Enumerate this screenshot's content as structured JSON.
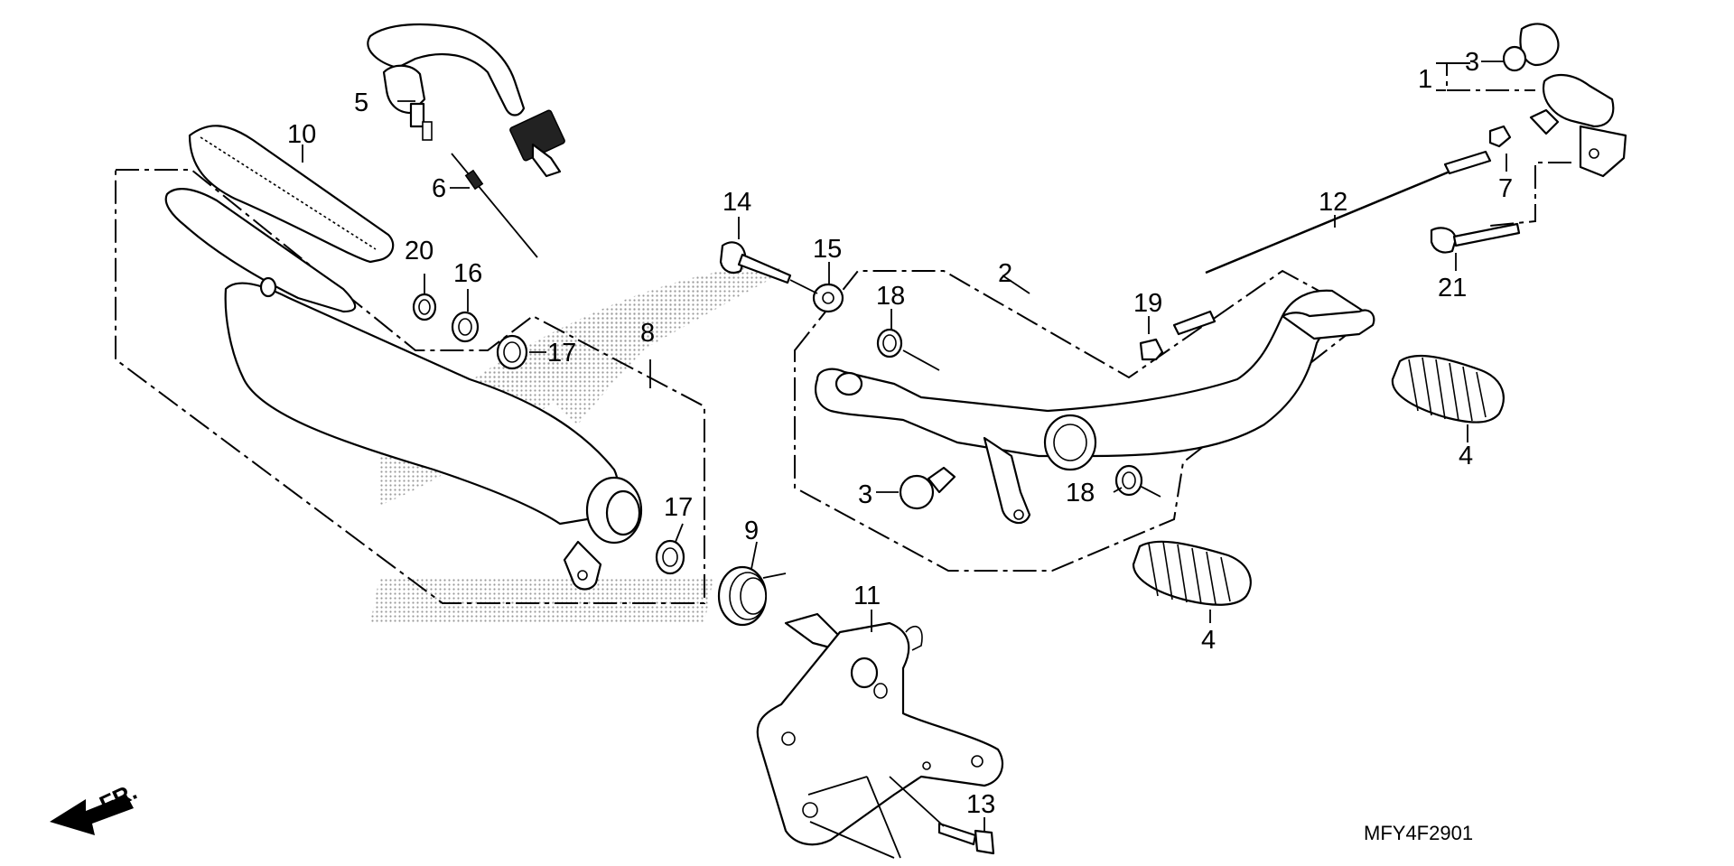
{
  "diagram": {
    "code": "MFY4F2901",
    "front_marker": "FR.",
    "colors": {
      "line": "#000000",
      "background": "#ffffff",
      "watermark": "#9a9a9a"
    },
    "callouts": [
      {
        "id": "1",
        "label": "1"
      },
      {
        "id": "2",
        "label": "2"
      },
      {
        "id": "3a",
        "label": "3"
      },
      {
        "id": "3b",
        "label": "3"
      },
      {
        "id": "4a",
        "label": "4"
      },
      {
        "id": "4b",
        "label": "4"
      },
      {
        "id": "5",
        "label": "5"
      },
      {
        "id": "6",
        "label": "6"
      },
      {
        "id": "7",
        "label": "7"
      },
      {
        "id": "8",
        "label": "8"
      },
      {
        "id": "9",
        "label": "9"
      },
      {
        "id": "10",
        "label": "10"
      },
      {
        "id": "11",
        "label": "11"
      },
      {
        "id": "12",
        "label": "12"
      },
      {
        "id": "13",
        "label": "13"
      },
      {
        "id": "14",
        "label": "14"
      },
      {
        "id": "15",
        "label": "15"
      },
      {
        "id": "16",
        "label": "16"
      },
      {
        "id": "17a",
        "label": "17"
      },
      {
        "id": "17b",
        "label": "17"
      },
      {
        "id": "18a",
        "label": "18"
      },
      {
        "id": "18b",
        "label": "18"
      },
      {
        "id": "19",
        "label": "19"
      },
      {
        "id": "20",
        "label": "20"
      },
      {
        "id": "21",
        "label": "21"
      }
    ]
  }
}
